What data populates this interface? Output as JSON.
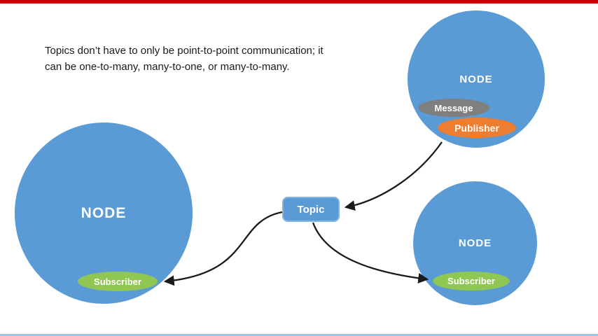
{
  "colors": {
    "top_bar": "#c00000",
    "bottom_bar": "#9dc3e6",
    "circle_blue": "#5b9bd5",
    "topic_blue": "#5b9bd5",
    "green": "#90c753",
    "orange": "#ed7d31",
    "gray": "#7f7f7f",
    "arrow": "#1a1a1a"
  },
  "caption": {
    "line1": "Topics don’t have to only be point-to-point communication; it",
    "line2": "can be one-to-many, many-to-one, or many-to-many."
  },
  "nodes": {
    "left": {
      "label": "NODE",
      "badge": "Subscriber"
    },
    "top_right": {
      "label": "NODE",
      "badges": [
        "Message",
        "Publisher"
      ]
    },
    "bottom_right": {
      "label": "NODE",
      "badge": "Subscriber"
    }
  },
  "topic": {
    "label": "Topic"
  }
}
